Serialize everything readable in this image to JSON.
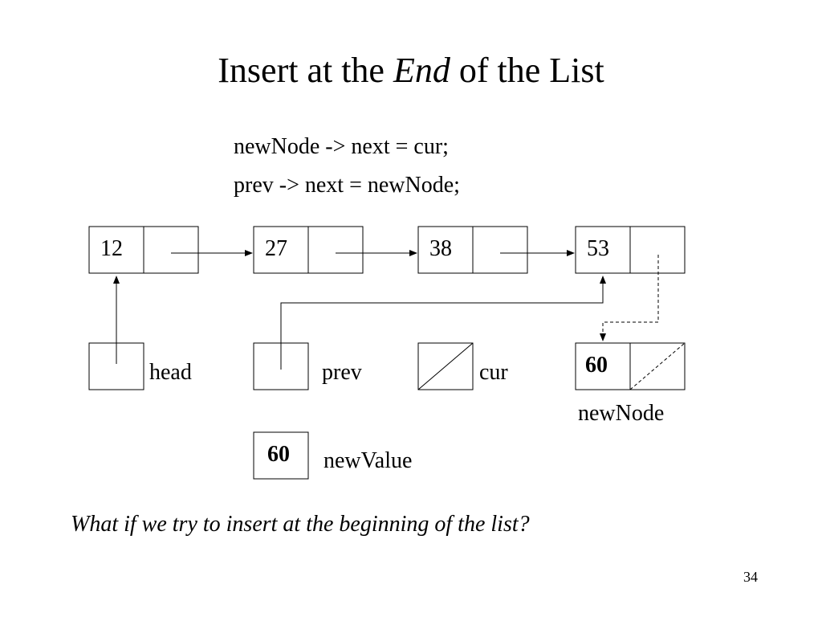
{
  "slide": {
    "title_prefix": "Insert at the ",
    "title_emphasis": "End",
    "title_suffix": " of the List",
    "code": [
      "newNode -> next = cur;",
      "prev -> next = newNode;"
    ],
    "question": "What if we try to insert at the beginning of the list?",
    "page_number": "34"
  },
  "diagram": {
    "nodes": [
      {
        "value": "12"
      },
      {
        "value": "27"
      },
      {
        "value": "38"
      },
      {
        "value": "53"
      }
    ],
    "pointers": {
      "head": "head",
      "prev": "prev",
      "cur": "cur",
      "newNode": "newNode",
      "newValue": "newValue"
    },
    "new_node_value": "60",
    "new_value_box": "60",
    "cur_is_null": true,
    "new_node_next_is_null": true,
    "new_node_link_style": "dashed"
  }
}
